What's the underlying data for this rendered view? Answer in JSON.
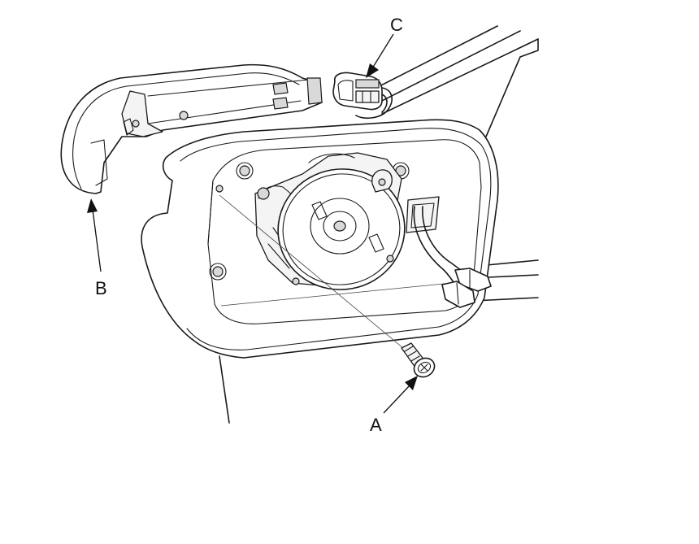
{
  "callouts": {
    "a": "A",
    "b": "B",
    "c": "C"
  },
  "colors": {
    "line": "#1a1a1a",
    "background": "#ffffff"
  }
}
